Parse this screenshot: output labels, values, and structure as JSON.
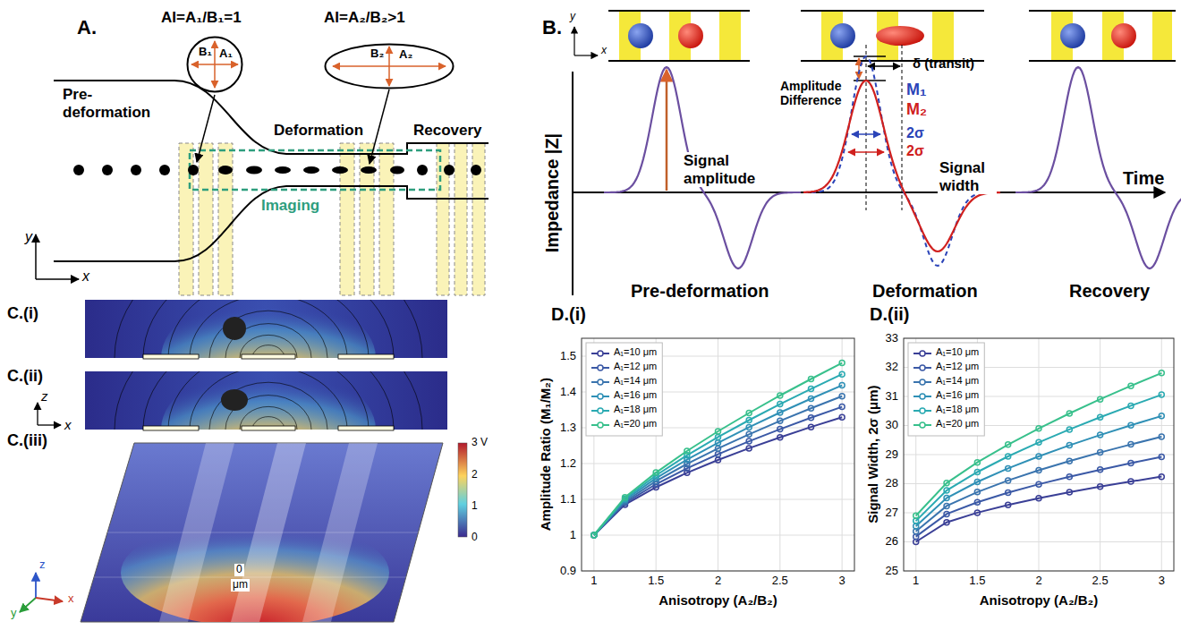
{
  "diagram": {
    "nodes": [
      {
        "text": [
          "B₁",
          "A₁"
        ]
      },
      {
        "text": [
          "B₂",
          "A₂"
        ]
      }
    ],
    "labels": [
      "A.",
      "AI=A₁/B₁=1",
      "AI=A₂/B₂>1",
      "Pre-deformation",
      "Deformation",
      "Recovery",
      "Imaging",
      "y",
      "x",
      "B.",
      "y",
      "x",
      "Impedance |Z|",
      "Amplitude Difference",
      "M₁",
      "M₂",
      "δ (transit)",
      "2σ",
      "2σ",
      "Signal amplitude",
      "Signal width",
      "Time",
      "Pre-deformation",
      "Deformation",
      "Recovery",
      "C.(i)",
      "C.(ii)",
      "z",
      "x",
      "C.(iii)",
      "3 V",
      "2",
      "1",
      "0",
      "y",
      "z",
      "x",
      "0",
      "μm",
      "D.(i)",
      "D.(ii)",
      "1.5",
      "1.4",
      "1.3",
      "1.2",
      "1.1",
      "1",
      "0.9",
      "1",
      "1.5",
      "2",
      "2.5",
      "3",
      "Amplitude Ratio (M₁/M₂)",
      "Anisotropy (A₂/B₂)",
      "33",
      "32",
      "31",
      "30",
      "29",
      "28",
      "27",
      "26",
      "25",
      "1",
      "1.5",
      "2",
      "2.5",
      "3",
      "Signal Width, 2σ (μm)",
      "Anisotropy (A₂/B₂)"
    ],
    "legend": [
      {
        "text": "A₁=10 μm",
        "color": "#3a3f96"
      },
      {
        "text": "A₁=12 μm",
        "color": "#3b59a6"
      },
      {
        "text": "A₁=14 μm",
        "color": "#3a74ae"
      },
      {
        "text": "A₁=16 μm",
        "color": "#2f90b6"
      },
      {
        "text": "A₁=18 μm",
        "color": "#2aaab2"
      },
      {
        "text": "A₁=20 μm",
        "color": "#38c08c"
      },
      {
        "text": "A₁=10 μm",
        "color": "#3a3f96"
      },
      {
        "text": "A₁=12 μm",
        "color": "#3b59a6"
      },
      {
        "text": "A₁=14 μm",
        "color": "#3a74ae"
      },
      {
        "text": "A₁=16 μm",
        "color": "#2f90b6"
      },
      {
        "text": "A₁=18 μm",
        "color": "#2aaab2"
      },
      {
        "text": "A₁=20 μm",
        "color": "#38c08c"
      }
    ]
  }
}
